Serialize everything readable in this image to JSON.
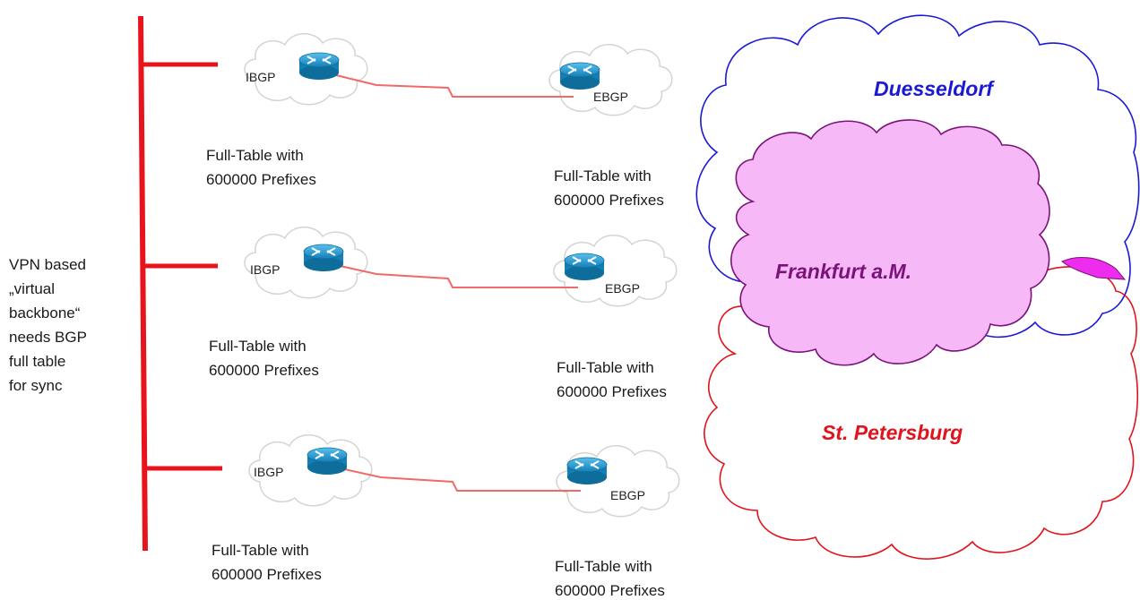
{
  "side_note": "VPN based\n„virtual\nbackbone“\nneeds BGP\nfull table\nfor sync",
  "routers": {
    "ibgp_label": "IBGP",
    "ebgp_label": "EBGP"
  },
  "table_caption": "Full-Table with\n600000 Prefixes",
  "cities": {
    "duesseldorf": "Duesseldorf",
    "frankfurt": "Frankfurt a.M.",
    "petersburg": "St. Petersburg"
  },
  "colors": {
    "backbone": "#e8141c",
    "link": "#f06a6a",
    "router": "#1c8fc8",
    "duesseldorf": "#1a1ad6",
    "frankfurt": "#7a127a",
    "frankfurt_fill": "#f7b8f7",
    "petersburg": "#e0141c"
  }
}
